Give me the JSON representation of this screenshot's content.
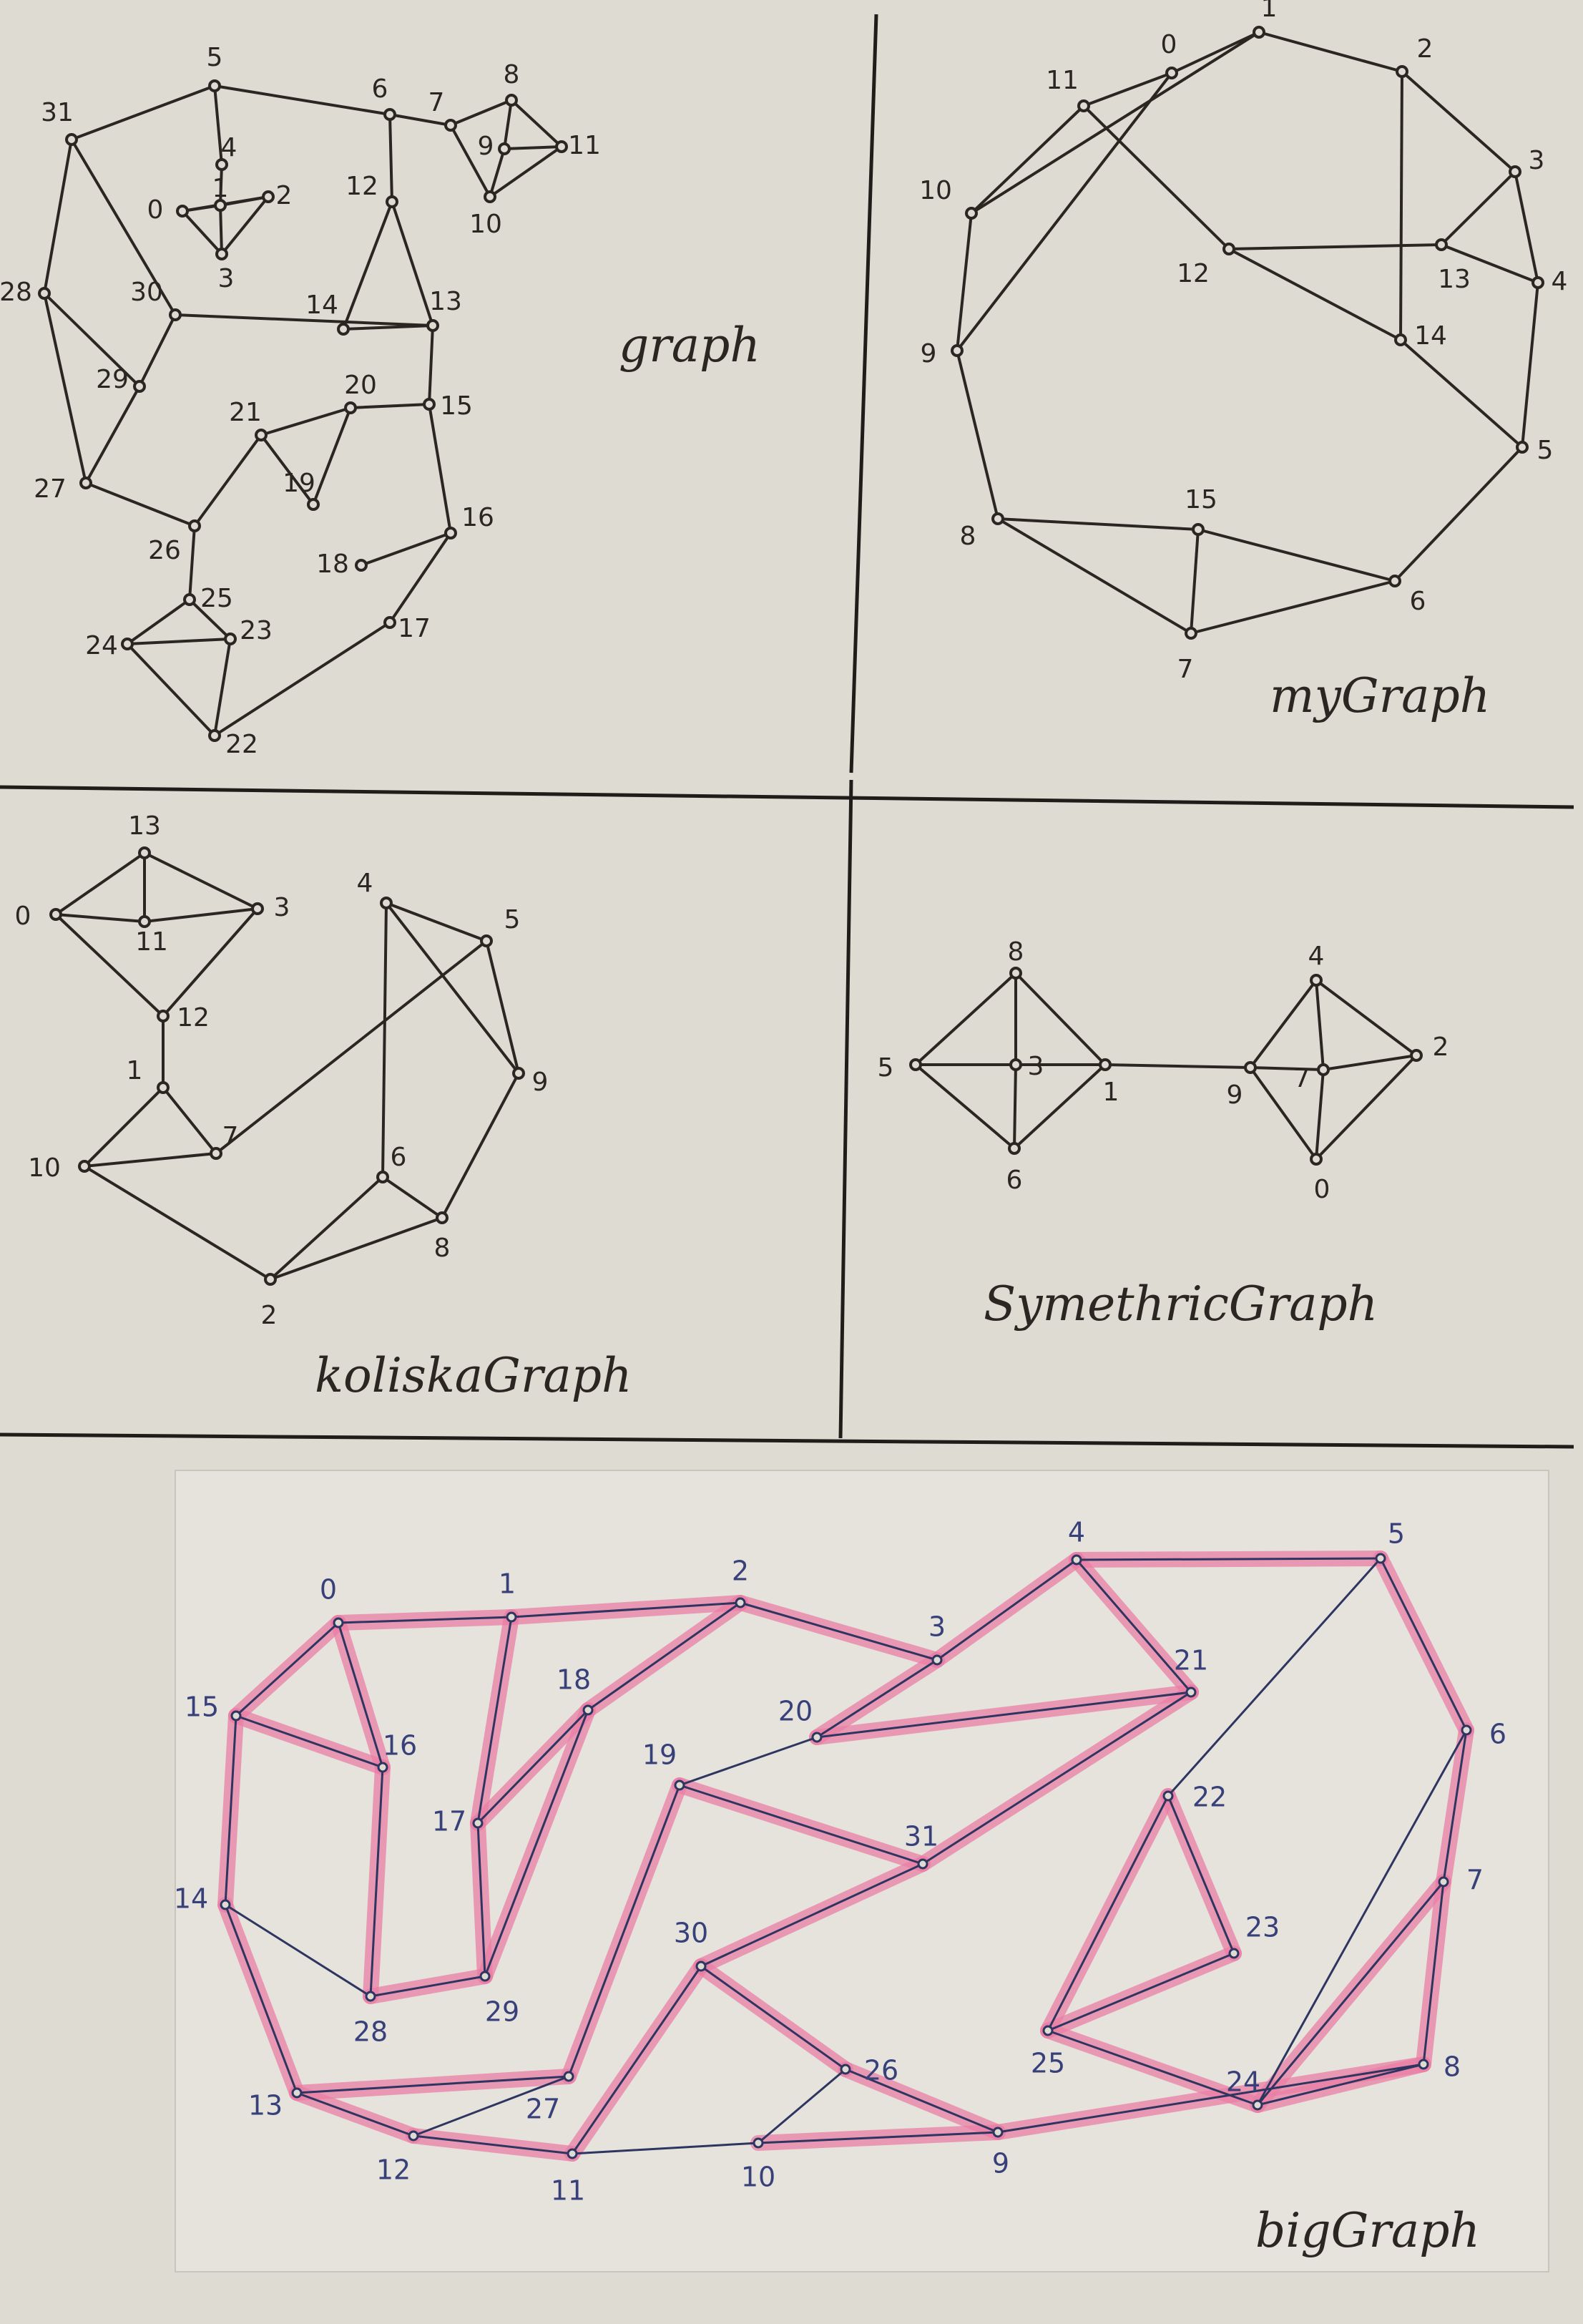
{
  "colors": {
    "paper": "#dedbd3",
    "ink": "#2b2622",
    "blue_ink": "#2e3560",
    "highlight": "#ea7fa6"
  },
  "panels": [
    {
      "key": "graph",
      "title": "graph",
      "nodes": [
        "0",
        "1",
        "2",
        "3",
        "4",
        "5",
        "6",
        "7",
        "8",
        "9",
        "10",
        "11",
        "12",
        "13",
        "14",
        "15",
        "16",
        "17",
        "18",
        "19",
        "20",
        "21",
        "22",
        "23",
        "24",
        "25",
        "26",
        "27",
        "28",
        "29",
        "30",
        "31"
      ],
      "edges": [
        [
          "31",
          "5"
        ],
        [
          "5",
          "6"
        ],
        [
          "6",
          "7"
        ],
        [
          "5",
          "4"
        ],
        [
          "4",
          "1"
        ],
        [
          "0",
          "1"
        ],
        [
          "1",
          "2"
        ],
        [
          "0",
          "2"
        ],
        [
          "0",
          "3"
        ],
        [
          "3",
          "2"
        ],
        [
          "1",
          "3"
        ],
        [
          "7",
          "8"
        ],
        [
          "7",
          "10"
        ],
        [
          "8",
          "9"
        ],
        [
          "8",
          "11"
        ],
        [
          "9",
          "10"
        ],
        [
          "9",
          "11"
        ],
        [
          "10",
          "11"
        ],
        [
          "6",
          "12"
        ],
        [
          "12",
          "14"
        ],
        [
          "12",
          "13"
        ],
        [
          "14",
          "13"
        ],
        [
          "31",
          "30"
        ],
        [
          "30",
          "13"
        ],
        [
          "31",
          "28"
        ],
        [
          "28",
          "29"
        ],
        [
          "28",
          "27"
        ],
        [
          "29",
          "27"
        ],
        [
          "30",
          "29"
        ],
        [
          "13",
          "15"
        ],
        [
          "15",
          "20"
        ],
        [
          "20",
          "21"
        ],
        [
          "20",
          "19"
        ],
        [
          "21",
          "19"
        ],
        [
          "15",
          "16"
        ],
        [
          "16",
          "18"
        ],
        [
          "16",
          "17"
        ],
        [
          "21",
          "26"
        ],
        [
          "27",
          "26"
        ],
        [
          "26",
          "25"
        ],
        [
          "25",
          "24"
        ],
        [
          "25",
          "23"
        ],
        [
          "24",
          "23"
        ],
        [
          "24",
          "22"
        ],
        [
          "23",
          "22"
        ],
        [
          "22",
          "17"
        ]
      ]
    },
    {
      "key": "myGraph",
      "title": "myGraph",
      "nodes": [
        "0",
        "1",
        "2",
        "3",
        "4",
        "5",
        "6",
        "7",
        "8",
        "9",
        "10",
        "11",
        "12",
        "13",
        "14",
        "15"
      ],
      "edges": [
        [
          "0",
          "1"
        ],
        [
          "1",
          "2"
        ],
        [
          "2",
          "3"
        ],
        [
          "3",
          "4"
        ],
        [
          "4",
          "5"
        ],
        [
          "5",
          "6"
        ],
        [
          "6",
          "7"
        ],
        [
          "7",
          "8"
        ],
        [
          "8",
          "9"
        ],
        [
          "9",
          "10"
        ],
        [
          "10",
          "11"
        ],
        [
          "11",
          "0"
        ],
        [
          "0",
          "9"
        ],
        [
          "1",
          "10"
        ],
        [
          "11",
          "12"
        ],
        [
          "12",
          "14"
        ],
        [
          "14",
          "5"
        ],
        [
          "12",
          "13"
        ],
        [
          "13",
          "3"
        ],
        [
          "13",
          "4"
        ],
        [
          "2",
          "14"
        ],
        [
          "8",
          "15"
        ],
        [
          "15",
          "6"
        ],
        [
          "15",
          "7"
        ]
      ]
    },
    {
      "key": "koliskaGraph",
      "title": "koliskaGraph",
      "nodes": [
        "0",
        "1",
        "2",
        "3",
        "4",
        "5",
        "6",
        "7",
        "8",
        "9",
        "10",
        "11",
        "12",
        "13"
      ],
      "edges": [
        [
          "0",
          "13"
        ],
        [
          "13",
          "3"
        ],
        [
          "0",
          "11"
        ],
        [
          "11",
          "3"
        ],
        [
          "13",
          "11"
        ],
        [
          "0",
          "12"
        ],
        [
          "12",
          "3"
        ],
        [
          "12",
          "1"
        ],
        [
          "1",
          "10"
        ],
        [
          "1",
          "7"
        ],
        [
          "10",
          "7"
        ],
        [
          "10",
          "2"
        ],
        [
          "7",
          "5"
        ],
        [
          "4",
          "5"
        ],
        [
          "4",
          "9"
        ],
        [
          "5",
          "9"
        ],
        [
          "4",
          "6"
        ],
        [
          "6",
          "2"
        ],
        [
          "6",
          "8"
        ],
        [
          "2",
          "8"
        ],
        [
          "8",
          "9"
        ]
      ]
    },
    {
      "key": "SymethricGraph",
      "title": "SymethricGraph",
      "nodes": [
        "0",
        "1",
        "2",
        "3",
        "4",
        "5",
        "6",
        "7",
        "8",
        "9"
      ],
      "edges": [
        [
          "5",
          "8"
        ],
        [
          "5",
          "6"
        ],
        [
          "5",
          "3"
        ],
        [
          "8",
          "3"
        ],
        [
          "8",
          "1"
        ],
        [
          "3",
          "6"
        ],
        [
          "3",
          "1"
        ],
        [
          "6",
          "1"
        ],
        [
          "1",
          "9"
        ],
        [
          "9",
          "4"
        ],
        [
          "9",
          "0"
        ],
        [
          "9",
          "7"
        ],
        [
          "4",
          "7"
        ],
        [
          "4",
          "2"
        ],
        [
          "7",
          "0"
        ],
        [
          "7",
          "2"
        ],
        [
          "0",
          "2"
        ]
      ]
    },
    {
      "key": "bigGraph",
      "title": "bigGraph",
      "nodes": [
        "0",
        "1",
        "2",
        "3",
        "4",
        "5",
        "6",
        "7",
        "8",
        "9",
        "10",
        "11",
        "12",
        "13",
        "14",
        "15",
        "16",
        "17",
        "18",
        "19",
        "20",
        "21",
        "22",
        "23",
        "24",
        "25",
        "26",
        "27",
        "28",
        "29",
        "30",
        "31"
      ],
      "edges": [
        [
          "0",
          "1"
        ],
        [
          "1",
          "2"
        ],
        [
          "2",
          "3"
        ],
        [
          "0",
          "15"
        ],
        [
          "0",
          "16"
        ],
        [
          "15",
          "16"
        ],
        [
          "15",
          "14"
        ],
        [
          "16",
          "28"
        ],
        [
          "14",
          "28"
        ],
        [
          "14",
          "13"
        ],
        [
          "1",
          "17"
        ],
        [
          "17",
          "29"
        ],
        [
          "17",
          "18"
        ],
        [
          "29",
          "18"
        ],
        [
          "28",
          "29"
        ],
        [
          "18",
          "2"
        ],
        [
          "3",
          "20"
        ],
        [
          "20",
          "19"
        ],
        [
          "20",
          "21"
        ],
        [
          "4",
          "21"
        ],
        [
          "4",
          "3"
        ],
        [
          "4",
          "5"
        ],
        [
          "5",
          "6"
        ],
        [
          "5",
          "22"
        ],
        [
          "19",
          "31"
        ],
        [
          "19",
          "27"
        ],
        [
          "21",
          "31"
        ],
        [
          "31",
          "30"
        ],
        [
          "27",
          "13"
        ],
        [
          "27",
          "12"
        ],
        [
          "13",
          "12"
        ],
        [
          "12",
          "11"
        ],
        [
          "11",
          "30"
        ],
        [
          "11",
          "10"
        ],
        [
          "30",
          "26"
        ],
        [
          "26",
          "10"
        ],
        [
          "26",
          "9"
        ],
        [
          "10",
          "9"
        ],
        [
          "9",
          "8"
        ],
        [
          "6",
          "7"
        ],
        [
          "6",
          "24"
        ],
        [
          "7",
          "8"
        ],
        [
          "7",
          "24"
        ],
        [
          "24",
          "8"
        ],
        [
          "24",
          "25"
        ],
        [
          "22",
          "25"
        ],
        [
          "22",
          "23"
        ],
        [
          "23",
          "25"
        ]
      ],
      "highlighted": [
        [
          "0",
          "1"
        ],
        [
          "1",
          "2"
        ],
        [
          "2",
          "3"
        ],
        [
          "0",
          "15"
        ],
        [
          "0",
          "16"
        ],
        [
          "15",
          "16"
        ],
        [
          "15",
          "14"
        ],
        [
          "16",
          "28"
        ],
        [
          "14",
          "13"
        ],
        [
          "1",
          "17"
        ],
        [
          "17",
          "29"
        ],
        [
          "17",
          "18"
        ],
        [
          "29",
          "18"
        ],
        [
          "28",
          "29"
        ],
        [
          "18",
          "2"
        ],
        [
          "3",
          "20"
        ],
        [
          "20",
          "21"
        ],
        [
          "4",
          "21"
        ],
        [
          "4",
          "3"
        ],
        [
          "4",
          "5"
        ],
        [
          "5",
          "6"
        ],
        [
          "19",
          "31"
        ],
        [
          "19",
          "27"
        ],
        [
          "21",
          "31"
        ],
        [
          "31",
          "30"
        ],
        [
          "13",
          "27"
        ],
        [
          "12",
          "11"
        ],
        [
          "13",
          "12"
        ],
        [
          "11",
          "30"
        ],
        [
          "30",
          "26"
        ],
        [
          "10",
          "9"
        ],
        [
          "26",
          "9"
        ],
        [
          "9",
          "8"
        ],
        [
          "6",
          "7"
        ],
        [
          "7",
          "8"
        ],
        [
          "7",
          "24"
        ],
        [
          "24",
          "8"
        ],
        [
          "22",
          "25"
        ],
        [
          "22",
          "23"
        ],
        [
          "23",
          "25"
        ],
        [
          "24",
          "25"
        ]
      ]
    }
  ]
}
